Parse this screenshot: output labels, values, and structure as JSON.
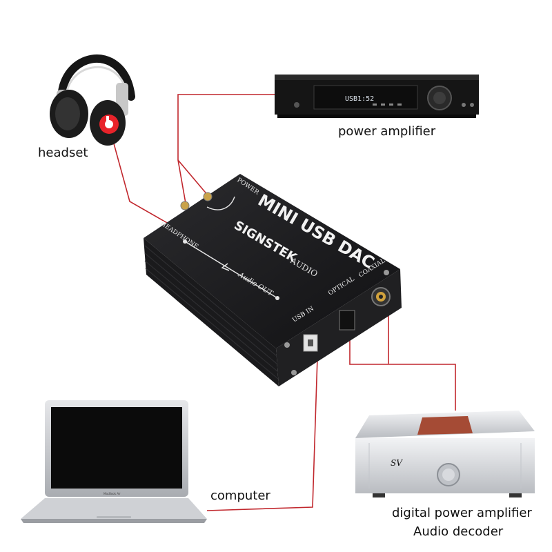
{
  "labels": {
    "headset": "headset",
    "power_amplifier": "power amplifier",
    "computer": "computer",
    "digital_power_amplifier": "digital power amplifier",
    "audio_decoder": "Audio decoder"
  },
  "dac": {
    "title": "MINI USB DAC",
    "brand": "SIGNSTEK",
    "brand_suffix": "AUDIO",
    "audio_out": "Audio OUT",
    "headphone": "HEADPHONE",
    "power": "POWER",
    "optical": "OPTICAL",
    "coaxial": "COAXIAL",
    "usb_in": "USB IN"
  },
  "amplifier_display": "USB1:52",
  "decoder_logo": "SV",
  "laptop_brand": "MacBook Air",
  "colors": {
    "wire": "#c1272d",
    "dac_body": "#1c1c1e",
    "metal": "#d7d9dc",
    "amp_body": "#151515"
  }
}
